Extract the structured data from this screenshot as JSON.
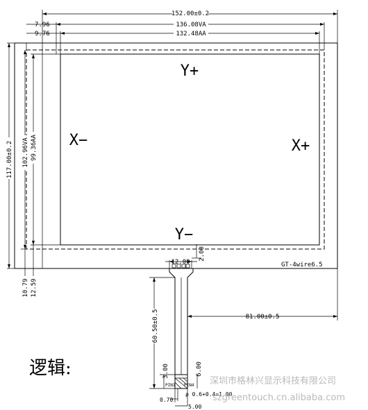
{
  "dimensions": {
    "top_overall": "152.00±0.2",
    "top_va": "136.08VA",
    "top_aa": "132.48AA",
    "left_offset_1": "7.96",
    "left_offset_2": "9.76",
    "left_overall": "117.00±0.2",
    "left_va": "102.96VA",
    "left_aa": "99.36AA",
    "bottom_1": "10.79",
    "bottom_2": "12.59",
    "tail_width": "12.00",
    "tail_gap": "2.00",
    "tail_length": "60.50±0.5",
    "tail_offset": "81.00±0.5",
    "tail_lower_left": "3.00",
    "tail_lower_right": "6.00",
    "pin_pitch": "ρ 0.6+0.4=1.00",
    "pin_edge": "0.70",
    "pin_total": "5.00"
  },
  "axes": {
    "y_plus": "Y+",
    "y_minus": "Y−",
    "x_minus": "X−",
    "x_plus": "X+"
  },
  "labels": {
    "model": "GT-4wire6.5",
    "pin1": "PIN1",
    "pin4": "PIN4",
    "logic": "逻辑:"
  },
  "watermark": {
    "company": "深圳市格林兴显示科技有限公司",
    "url": "szgreentouch.cn.alibaba.com"
  }
}
